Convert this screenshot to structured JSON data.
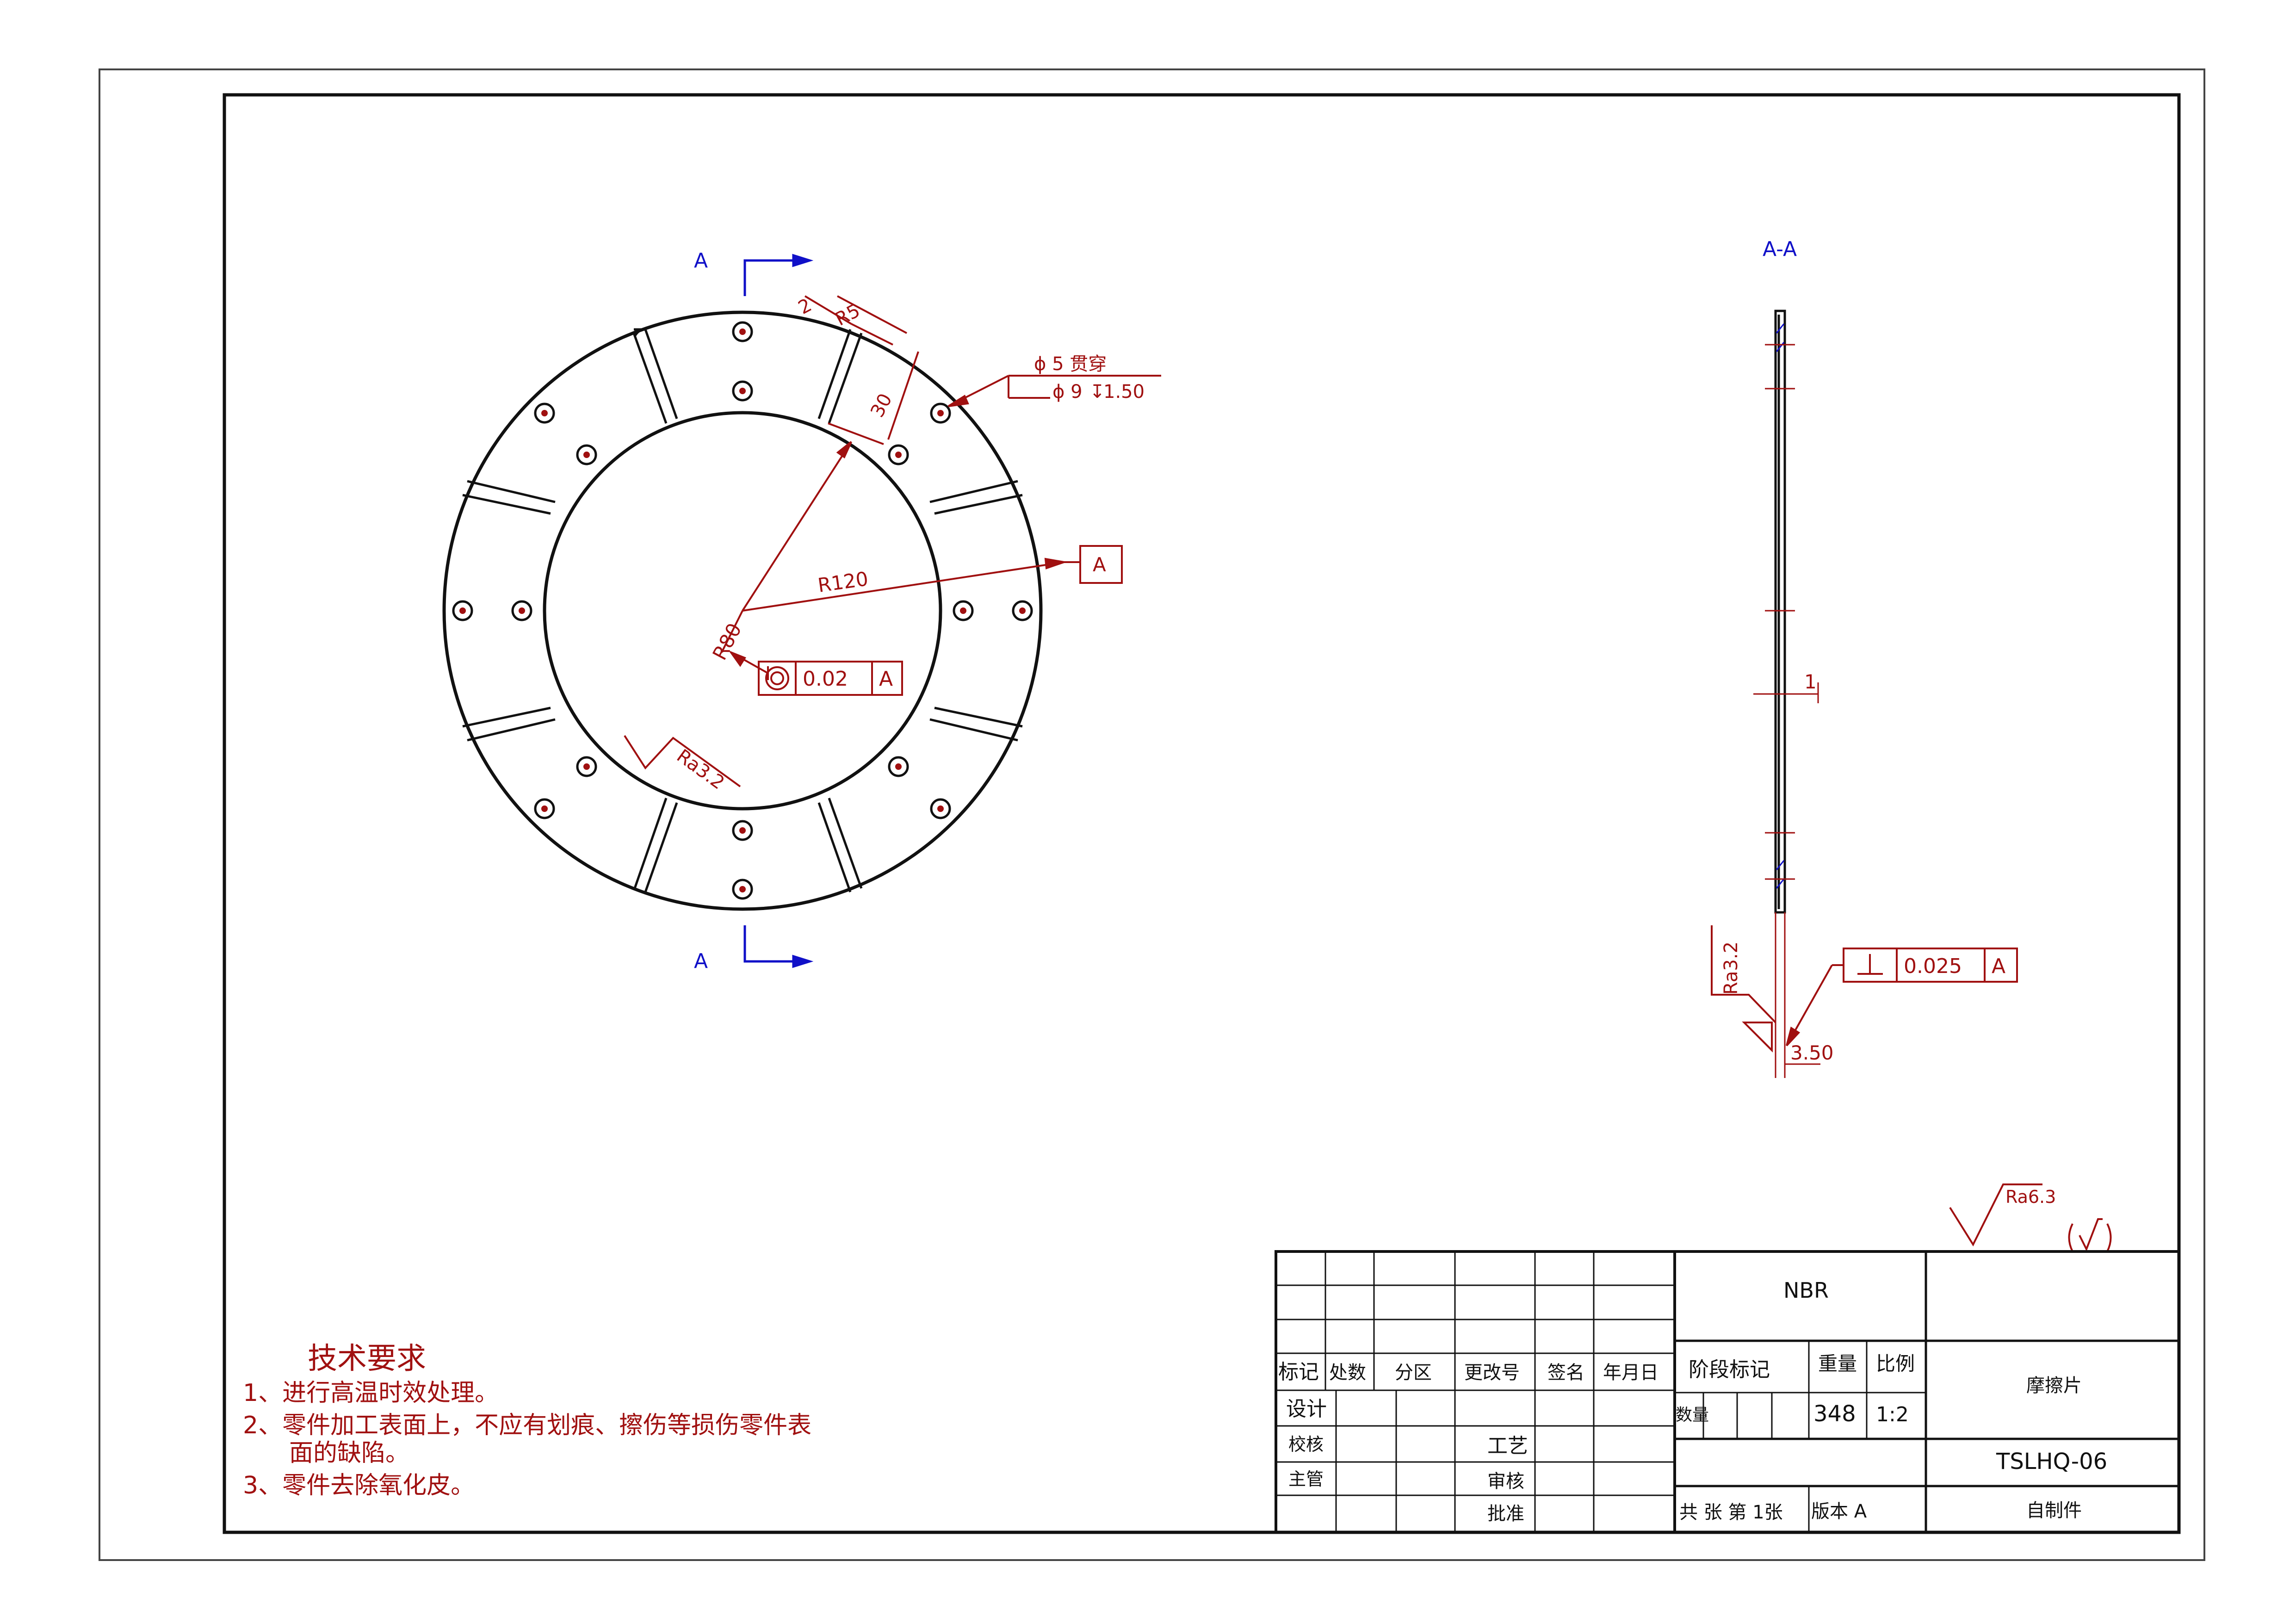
{
  "section_marks": {
    "top": "A",
    "bottom": "A",
    "view": "A-A"
  },
  "dims": {
    "chamfer_2": "2",
    "radius_r5": "R5",
    "width_30": "30",
    "hole_dia": "ϕ 5 贯穿",
    "counterbore": "ϕ 9",
    "cb_depth": "1.50",
    "r120": "R120",
    "r80": "R80",
    "ra32_face": "Ra3.2",
    "ra32_side": "Ra3.2",
    "thick_1": "1",
    "thick_350": "3.50"
  },
  "datum": {
    "label": "A"
  },
  "concentricity": {
    "tol": "0.02",
    "datum": "A"
  },
  "perpendicularity": {
    "tol": "0.025",
    "datum": "A"
  },
  "surface_default": {
    "ra": "Ra6.3"
  },
  "tech_req": {
    "title": "技术要求",
    "items": [
      "1、进行高温时效处理。",
      "2、零件加工表面上，不应有划痕、擦伤等损伤零件表",
      "面的缺陷。",
      "3、零件去除氧化皮。"
    ]
  },
  "title_block": {
    "material": "NBR",
    "headers": [
      "标记",
      "处数",
      "分区",
      "更改号",
      "签名",
      "年月日"
    ],
    "stage": "阶段标记",
    "weight_label": "重量",
    "scale_label": "比例",
    "qty_label": "数量",
    "weight": "348",
    "scale": "1:2",
    "design": "设计",
    "check": "校核",
    "chief": "主管",
    "process": "工艺",
    "review": "审核",
    "approve": "批准",
    "sheets": "共  张  第 1张",
    "version": "版本 A",
    "name": "摩擦片",
    "drawing_no": "TSLHQ-06",
    "source": "自制件"
  },
  "colors": {
    "line": "#111111",
    "dim": "#a01010",
    "cut": "#1010c8"
  }
}
